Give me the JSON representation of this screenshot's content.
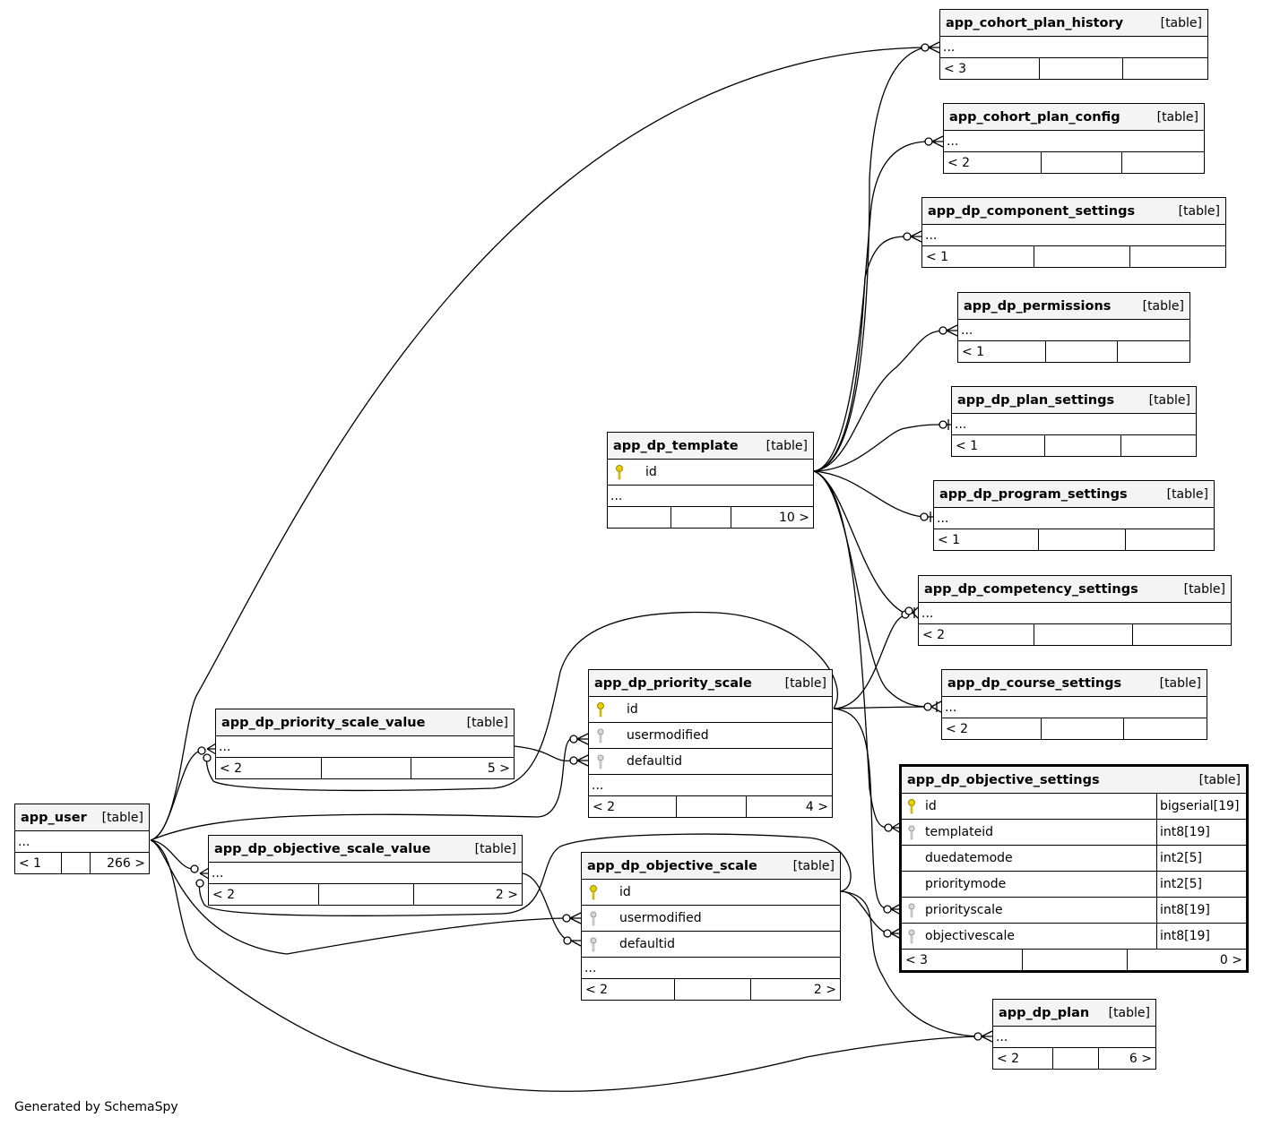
{
  "footer": "Generated by SchemaSpy",
  "type_tag": "[table]",
  "ellipsis": "...",
  "tables": {
    "cohort_plan_history": {
      "name": "app_cohort_plan_history",
      "parents": "< 3",
      "children": ""
    },
    "cohort_plan_config": {
      "name": "app_cohort_plan_config",
      "parents": "< 2",
      "children": ""
    },
    "dp_component_settings": {
      "name": "app_dp_component_settings",
      "parents": "< 1",
      "children": ""
    },
    "dp_permissions": {
      "name": "app_dp_permissions",
      "parents": "< 1",
      "children": ""
    },
    "dp_plan_settings": {
      "name": "app_dp_plan_settings",
      "parents": "< 1",
      "children": ""
    },
    "dp_program_settings": {
      "name": "app_dp_program_settings",
      "parents": "< 1",
      "children": ""
    },
    "dp_competency_settings": {
      "name": "app_dp_competency_settings",
      "parents": "< 2",
      "children": ""
    },
    "dp_course_settings": {
      "name": "app_dp_course_settings",
      "parents": "< 2",
      "children": ""
    },
    "dp_template": {
      "name": "app_dp_template",
      "parents": "",
      "children": "10 >",
      "columns": [
        {
          "name": "id",
          "key": "primary"
        }
      ]
    },
    "dp_priority_scale": {
      "name": "app_dp_priority_scale",
      "parents": "< 2",
      "children": "4 >",
      "columns": [
        {
          "name": "id",
          "key": "primary"
        },
        {
          "name": "usermodified",
          "key": "foreign"
        },
        {
          "name": "defaultid",
          "key": "foreign"
        }
      ]
    },
    "dp_priority_scale_value": {
      "name": "app_dp_priority_scale_value",
      "parents": "< 2",
      "children": "5 >"
    },
    "user": {
      "name": "app_user",
      "parents": "< 1",
      "children": "266 >"
    },
    "dp_objective_scale_value": {
      "name": "app_dp_objective_scale_value",
      "parents": "< 2",
      "children": "2 >"
    },
    "dp_objective_scale": {
      "name": "app_dp_objective_scale",
      "parents": "< 2",
      "children": "2 >",
      "columns": [
        {
          "name": "id",
          "key": "primary"
        },
        {
          "name": "usermodified",
          "key": "foreign"
        },
        {
          "name": "defaultid",
          "key": "foreign"
        }
      ]
    },
    "dp_objective_settings": {
      "name": "app_dp_objective_settings",
      "parents": "< 3",
      "children": "0 >",
      "columns": [
        {
          "name": "id",
          "type": "bigserial[19]",
          "key": "primary"
        },
        {
          "name": "templateid",
          "type": "int8[19]",
          "key": "foreign"
        },
        {
          "name": "duedatemode",
          "type": "int2[5]",
          "key": "none"
        },
        {
          "name": "prioritymode",
          "type": "int2[5]",
          "key": "none"
        },
        {
          "name": "priorityscale",
          "type": "int8[19]",
          "key": "foreign"
        },
        {
          "name": "objectivescale",
          "type": "int8[19]",
          "key": "foreign"
        }
      ]
    },
    "dp_plan": {
      "name": "app_dp_plan",
      "parents": "< 2",
      "children": "6 >"
    }
  }
}
